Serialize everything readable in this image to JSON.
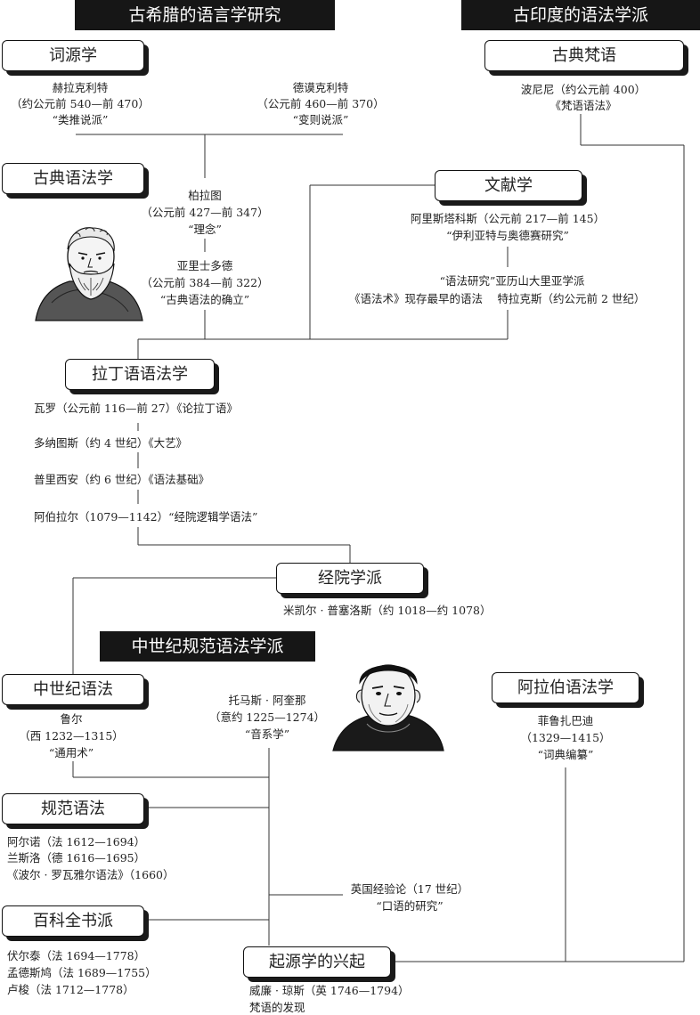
{
  "bands": {
    "greek": "古希腊的语言学研究",
    "india": "古印度的语法学派",
    "medieval": "中世纪规范语法学派"
  },
  "boxes": {
    "etymology": "词源学",
    "sanskrit": "古典梵语",
    "classical": "古典语法学",
    "philology": "文献学",
    "latin": "拉丁语语法学",
    "scholastic": "经院学派",
    "medieval": "中世纪语法",
    "arabic": "阿拉伯语法学",
    "normative": "规范语法",
    "encyclopedia": "百科全书派",
    "origin": "起源学的兴起"
  },
  "texts": {
    "heraclitus": [
      "赫拉克利特",
      "（约公元前 540—前 470）",
      "“类推说派”"
    ],
    "democritus": [
      "德谟克利特",
      "（公元前 460—前 370）",
      "“变则说派”"
    ],
    "panini": [
      "波尼尼（约公元前 400）",
      "《梵语语法》"
    ],
    "plato": [
      "柏拉图",
      "（公元前 427—前 347）",
      "“理念”"
    ],
    "aristotle": [
      "亚里士多德",
      "（公元前 384—前 322）",
      "“古典语法的确立”"
    ],
    "aristarchus": [
      "阿里斯塔科斯（公元前 217—前 145）",
      "“伊利亚特与奥德赛研究”"
    ],
    "alexandrian": [
      "“语法研究”亚历山大里亚学派",
      "《语法术》现存最早的语法　 特拉克斯（约公元前 2 世纪）"
    ],
    "varro": "瓦罗（公元前 116—前 27）《论拉丁语》",
    "donatus": "多纳图斯（约 4 世纪）《大艺》",
    "priscian": "普里西安（约 6 世纪）《语法基础》",
    "abelard": "阿伯拉尔（1079—1142）“经院逻辑学语法”",
    "psellos": "米凯尔 · 普塞洛斯（约 1018—约 1078）",
    "aquinas": [
      "托马斯 · 阿奎那",
      "（意约 1225—1274）",
      "“音系学”"
    ],
    "lull": [
      "鲁尔",
      "（西 1232—1315）",
      "“通用术”"
    ],
    "firuzabadi": [
      "菲鲁扎巴迪",
      "（1329—1415）",
      "“词典编纂”"
    ],
    "normative_people": [
      "阿尔诺（法 1612—1694）",
      "兰斯洛（德 1616—1695）",
      "《波尔 · 罗瓦雅尔语法》（1660）"
    ],
    "empiricism": [
      "英国经验论（17 世纪）",
      "“口语的研究”"
    ],
    "encyclopedists": [
      "伏尔泰（法 1694—1778）",
      "孟德斯鸠（法 1689—1755）",
      "卢梭（法 1712—1778）"
    ],
    "jones": [
      "威廉 · 琼斯（英 1746—1794）",
      "梵语的发现"
    ]
  }
}
